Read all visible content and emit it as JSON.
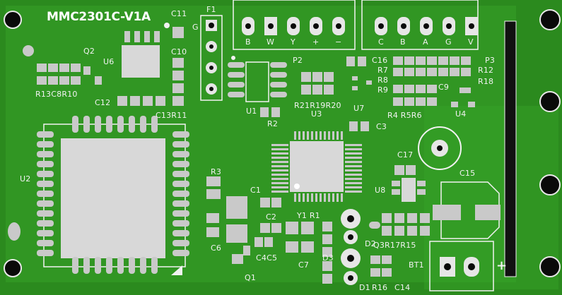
{
  "board": {
    "title": "MMC2301C-V1A",
    "colors": {
      "board": "#2b8a1e",
      "copper": "#3aa82a",
      "pad": "#c9c9c9",
      "silk": "#f2f2f2",
      "hole": "#0a0a0a"
    }
  },
  "connectors": {
    "p1_pin": "G",
    "p2_pins": [
      "B",
      "W",
      "Y",
      "+",
      "−"
    ],
    "p3_pins": [
      "C",
      "B",
      "A",
      "G",
      "V"
    ],
    "bt1_polarity": "+"
  },
  "designators": {
    "f1": "F1",
    "c11": "C11",
    "c10": "C10",
    "q2": "Q2",
    "u6": "U6",
    "r13c8r10": "R13C8R10",
    "c12": "C12",
    "c13r11": "C13R11",
    "p2": "P2",
    "u1": "U1",
    "r2": "R2",
    "c16": "C16",
    "r7": "R7",
    "r8": "R8",
    "r9": "R9",
    "p3": "P3",
    "r12": "R12",
    "r18": "R18",
    "c9": "C9",
    "u7": "U7",
    "r21r19r20": "R21R19R20",
    "u3": "U3",
    "r4r5r6": "R4 R5R6",
    "u4": "U4",
    "c3": "C3",
    "u2": "U2",
    "c17": "C17",
    "c15": "C15",
    "u8": "U8",
    "r3": "R3",
    "c1": "C1",
    "c2": "C2",
    "y1r1": "Y1 R1",
    "c6": "C6",
    "c4c5": "C4C5",
    "c7": "C7",
    "q1": "Q1",
    "d3": "D3",
    "d2": "D2",
    "q3r17r15": "Q3R17R15",
    "bt1": "BT1",
    "d1": "D1",
    "r16": "R16",
    "c14": "C14"
  }
}
